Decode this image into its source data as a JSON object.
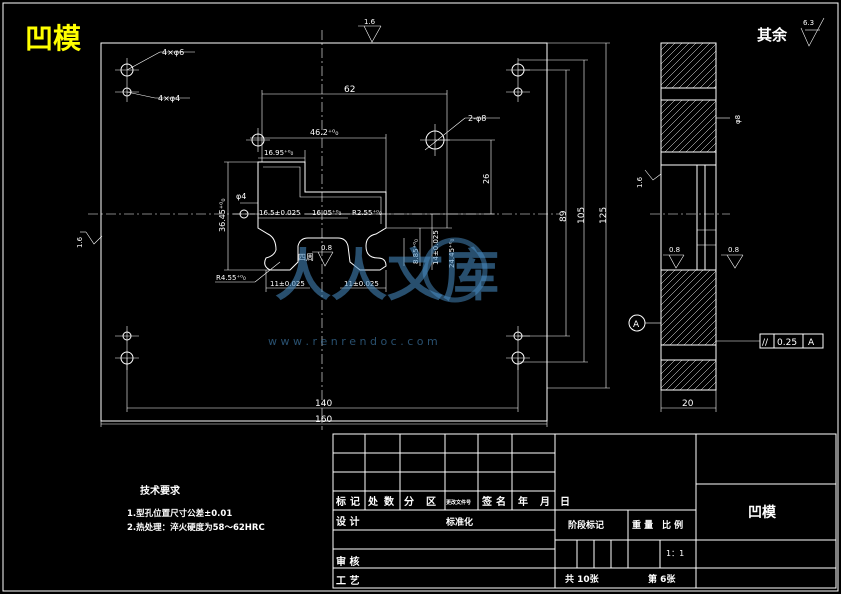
{
  "title": "凹模",
  "roughness": {
    "rest_label": "其余",
    "rest_value": "6.3",
    "top_value": "1.6",
    "left_value": "1.6",
    "side_value": "1.6",
    "inner_value": "0.8",
    "section_value_1": "0.8",
    "section_value_2": "0.8"
  },
  "dimensions": {
    "holes_6": "4×φ6",
    "holes_4": "4×φ4",
    "dia_8": "2-φ8",
    "width_62": "62",
    "width_46": "46.2⁺⁰₀",
    "width_16_95": "16.95⁺⁰₀",
    "dia_4": "φ4",
    "h_26": "26",
    "h_36": "36.45⁺⁰₀",
    "w_16_5": "16.5±0.025",
    "w_16_05": "16.05⁺⁰₀",
    "r_2_55": "R2.55⁺⁰₀",
    "h_24": "24.45⁺⁰₀",
    "h_14": "14±0.025",
    "h_8": "8.85⁺⁰₀",
    "label_side": "四周",
    "r_4_55": "R4.55⁺⁰₀",
    "w_11_a": "11±0.025",
    "w_11_b": "11±0.025",
    "w_140": "140",
    "w_160": "160",
    "h_89": "89",
    "h_105": "105",
    "h_125": "125",
    "thickness": "20",
    "phi_8_side": "φ8",
    "datum": "A",
    "tol_sym": "//",
    "tol_val": "0.25",
    "tol_ref": "A"
  },
  "notes": {
    "heading": "技术要求",
    "line1": "1.型孔位置尺寸公差±0.01",
    "line2": "2.热处理：淬火硬度为58～62HRC"
  },
  "titleblock": {
    "r1": [
      "标",
      "记",
      "处",
      "数",
      "分",
      "区",
      "更改文件号",
      "签",
      "名",
      "年",
      "月",
      "日"
    ],
    "design": "设 计",
    "std": "标准化",
    "stage": "阶段标记",
    "weight": "重 量",
    "scale": "比 例",
    "scale_val": "1：1",
    "check": "审 核",
    "process": "工 艺",
    "total": "共 10张",
    "sheet": "第 6张",
    "name": "凹模"
  },
  "watermark": {
    "brand": "人人文库",
    "url": "w w w . r e n r e n d o c . c o m"
  }
}
